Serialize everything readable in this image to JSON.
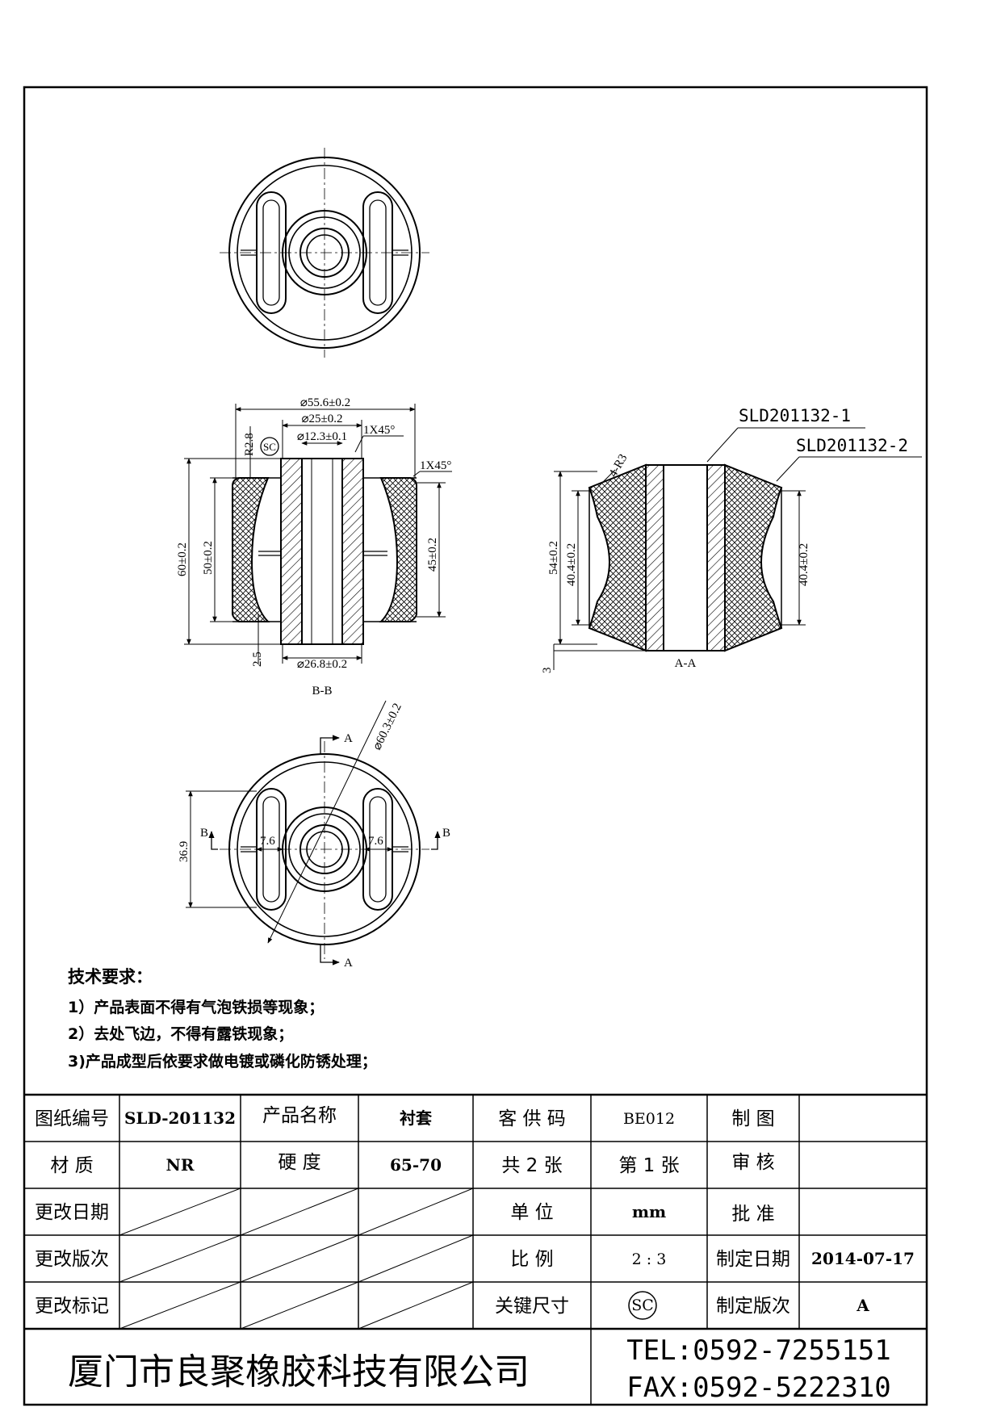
{
  "views": {
    "section_bb": {
      "name": "B-B",
      "dims": {
        "outer_dia": "⌀55.6±0.2",
        "dia_25": "⌀25±0.2",
        "inner_dia": "⌀12.3±0.1",
        "chamfer_top": "1X45°",
        "chamfer_right": "1X45°",
        "radius": "R2.8",
        "height_60": "60±0.2",
        "height_50": "50±0.2",
        "height_45": "45±0.2",
        "gap_25": "2.5",
        "bottom_dia": "⌀26.8±0.2"
      },
      "key_symbol": "SC"
    },
    "section_aa": {
      "name": "A-A",
      "callout_1": "SLD201132-1",
      "callout_2": "SLD201132-2",
      "dims": {
        "radius": "4-R3",
        "height_54": "54±0.2",
        "height_404_left": "40.4±0.2",
        "height_404_right": "40.4±0.2",
        "offset_3": "3"
      }
    },
    "plan_view": {
      "cut_a": "A",
      "cut_b": "B",
      "dims": {
        "dia_603": "⌀60.3±0.2",
        "height_369": "36.9",
        "left_76": "7.6",
        "right_76": "7.6"
      }
    }
  },
  "technical_requirements": {
    "title": "技术要求：",
    "items": [
      "1）产品表面不得有气泡铁损等现象；",
      "2）去处飞边，不得有露铁现象；",
      "3)产品成型后依要求做电镀或磷化防锈处理；"
    ]
  },
  "title_block": {
    "row1": {
      "l1": "图纸编号",
      "v1": "SLD-201132",
      "l2": "产品名称",
      "v2": "衬套",
      "l3": "客 供 码",
      "v3": "BE012",
      "l4": "制    图",
      "v4": ""
    },
    "row2": {
      "l1": "材    质",
      "v1": "NR",
      "l2": "硬    度",
      "v2": "65-70",
      "l3": "共 2 张",
      "v3": "第 1 张",
      "l4": "审    核",
      "v4": ""
    },
    "row3": {
      "l1": "更改日期",
      "l3": "单    位",
      "v3": "mm",
      "l4": "批    准",
      "v4": ""
    },
    "row4": {
      "l1": "更改版次",
      "l3": "比    例",
      "v3": "2 : 3",
      "l4": "制定日期",
      "v4": "2014-07-17"
    },
    "row5": {
      "l1": "更改标记",
      "l3": "关键尺寸",
      "v3": "SC",
      "l4": "制定版次",
      "v4": "A"
    },
    "company": "厦门市良聚橡胶科技有限公司",
    "tel": "TEL:0592-7255151",
    "fax": "FAX:0592-5222310"
  }
}
